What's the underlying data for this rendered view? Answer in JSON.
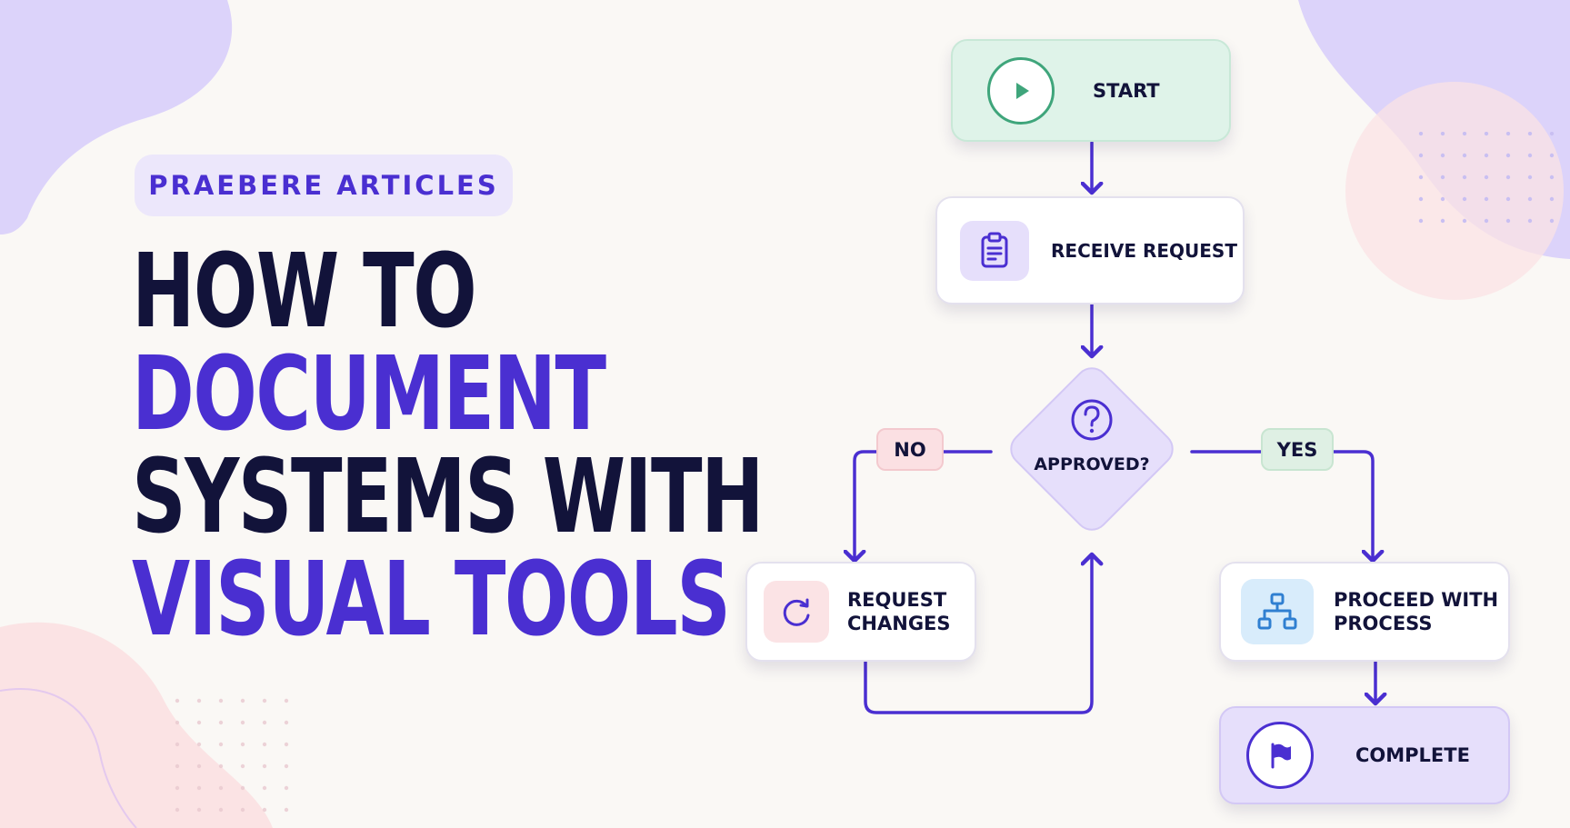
{
  "brand": {
    "tag": "PRAEBERE ARTICLES"
  },
  "headline": {
    "line1": "HOW TO",
    "line2": "DOCUMENT",
    "line3": "SYSTEMS WITH",
    "line4": "VISUAL TOOLS"
  },
  "flowchart": {
    "start": {
      "label": "START",
      "icon": "play-icon"
    },
    "receive": {
      "label": "RECEIVE REQUEST",
      "icon": "clipboard-icon"
    },
    "decision": {
      "label": "APPROVED?",
      "icon": "question-icon"
    },
    "no_branch": {
      "label": "NO"
    },
    "yes_branch": {
      "label": "YES"
    },
    "request_changes": {
      "line1": "REQUEST",
      "line2": "CHANGES",
      "icon": "refresh-icon"
    },
    "proceed": {
      "line1": "PROCEED WITH",
      "line2": "PROCESS",
      "icon": "hierarchy-icon"
    },
    "complete": {
      "label": "COMPLETE",
      "icon": "flag-icon"
    }
  },
  "colors": {
    "accent_purple": "#4a2fd1",
    "dark_navy": "#12133a",
    "start_green": "#dff3e9",
    "no_red": "#fbe0e3",
    "yes_green": "#dff0e4",
    "complete_lavender": "#e6dffb"
  }
}
